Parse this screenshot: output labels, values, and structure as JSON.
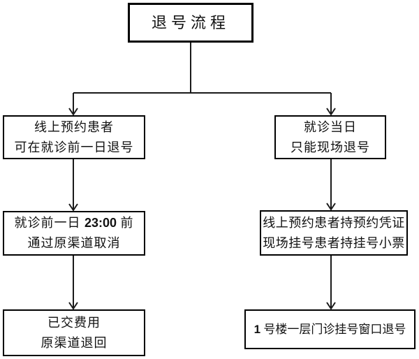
{
  "diagram": {
    "title_box": {
      "text": "退号流程"
    },
    "left_branch": {
      "step1": {
        "line1": "线上预约患者",
        "line2": "可在就诊前一日退号"
      },
      "step2": {
        "line1_prefix": "就诊前一日 ",
        "line1_number": "23:00",
        "line1_suffix": " 前",
        "line2": "通过原渠道取消"
      },
      "step3": {
        "line1": "已交费用",
        "line2": "原渠道退回"
      }
    },
    "right_branch": {
      "step1": {
        "line1": "就诊当日",
        "line2": "只能现场退号"
      },
      "step2": {
        "line1": "线上预约患者持预约凭证",
        "line2": "现场挂号患者持挂号小票"
      },
      "step3": {
        "number": "1",
        "text": " 号楼一层门诊挂号窗口退号"
      }
    },
    "colors": {
      "line": "#1a1a1a",
      "box_border": "#000000",
      "box_fill": "#ffffff",
      "background": "#ffffff",
      "text": "#111111"
    }
  }
}
